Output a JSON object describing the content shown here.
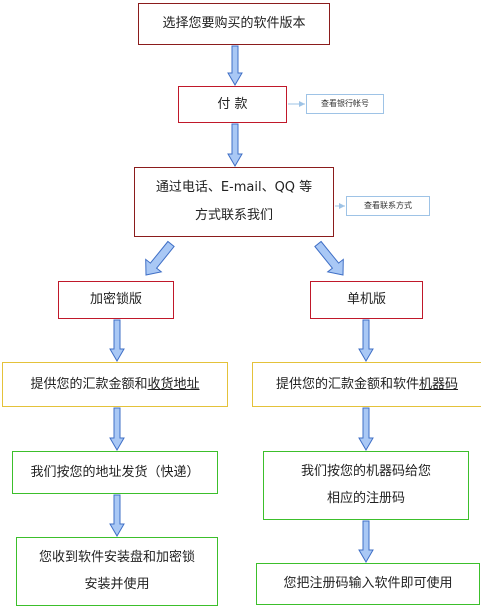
{
  "diagram": {
    "step_choose": "选择您要购买的软件版本",
    "step_pay": "付 款",
    "note_bank": "查看银行帐号",
    "step_contact": {
      "line1": "通过电话、E-mail、QQ 等",
      "line2": "方式联系我们"
    },
    "note_contact": "查看联系方式",
    "branch_dongle": {
      "title": "加密锁版",
      "provide_prefix": "提供您的汇款金额和",
      "provide_link": "收货地址",
      "ship": "我们按您的地址发货（快递）",
      "receive": {
        "line1": "您收到软件安装盘和加密锁",
        "line2": "安装并使用"
      }
    },
    "branch_single": {
      "title": "单机版",
      "provide_prefix": "提供您的汇款金额和软件",
      "provide_link": "机器码",
      "register": {
        "line1": "我们按您的机器码给您",
        "line2": "相应的注册码"
      },
      "activate": "您把注册码输入软件即可使用"
    },
    "colors": {
      "arrow_fill": "#a9c8f5",
      "arrow_stroke": "#3f6fc6",
      "brown_border": "#8b1c1c",
      "red_border": "#c0182a",
      "yellow_border": "#e4c23a",
      "green_border": "#3cbf2b",
      "note_border": "#9ec3e6"
    }
  }
}
